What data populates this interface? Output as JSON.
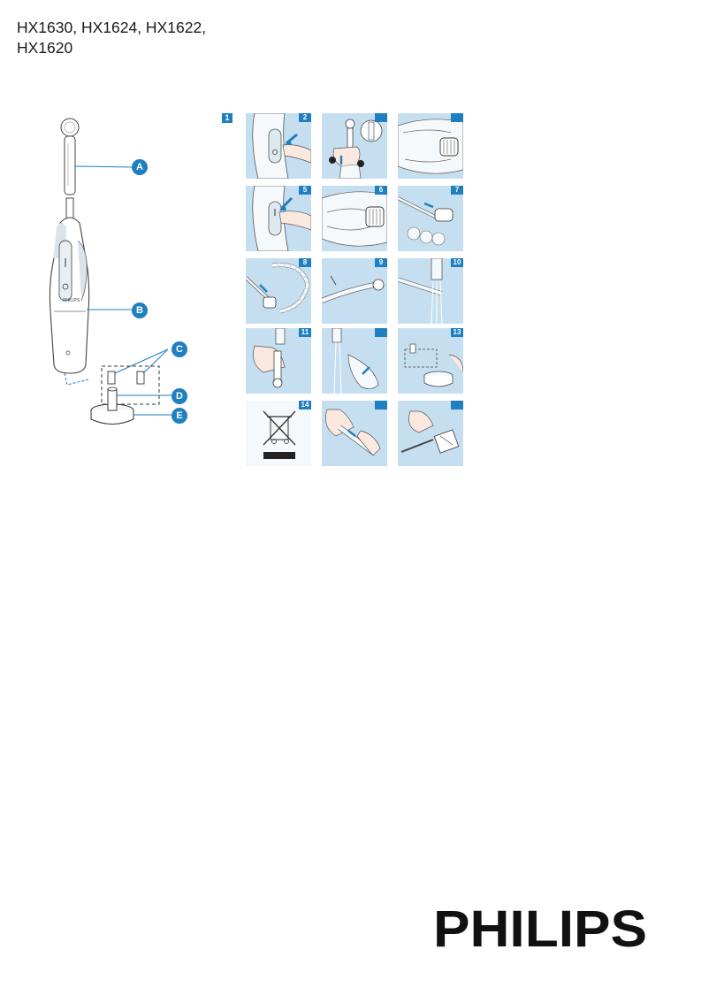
{
  "document": {
    "title_lines": [
      "HX1630, HX1624, HX1622,",
      "HX1620"
    ],
    "brand": "PHILIPS"
  },
  "product_diagram": {
    "callouts": [
      "A",
      "B",
      "C",
      "D",
      "E"
    ],
    "handle_text": "PHILIPS"
  },
  "figure_label": "1",
  "panels": [
    {
      "number": "2",
      "subject": "handle-button"
    },
    {
      "number": "",
      "subject": "attach-brush-head"
    },
    {
      "number": "",
      "subject": "teeth-brushing"
    },
    {
      "number": "5",
      "subject": "handle-button"
    },
    {
      "number": "6",
      "subject": "teeth-brushing"
    },
    {
      "number": "7",
      "subject": "brush-on-teeth"
    },
    {
      "number": "8",
      "subject": "brush-on-teeth"
    },
    {
      "number": "9",
      "subject": "brush-head"
    },
    {
      "number": "10",
      "subject": "rinse"
    },
    {
      "number": "11",
      "subject": "rinse-hand"
    },
    {
      "number": "",
      "subject": "rinse-handle"
    },
    {
      "number": "13",
      "subject": "charger"
    },
    {
      "number": "14",
      "subject": "recycle-bin"
    },
    {
      "number": "",
      "subject": "remove-battery"
    },
    {
      "number": "",
      "subject": "battery-tool"
    }
  ],
  "colors": {
    "accent": "#1f7fc1",
    "panel_bg": "#c6dff0",
    "text": "#1a1a1a"
  }
}
